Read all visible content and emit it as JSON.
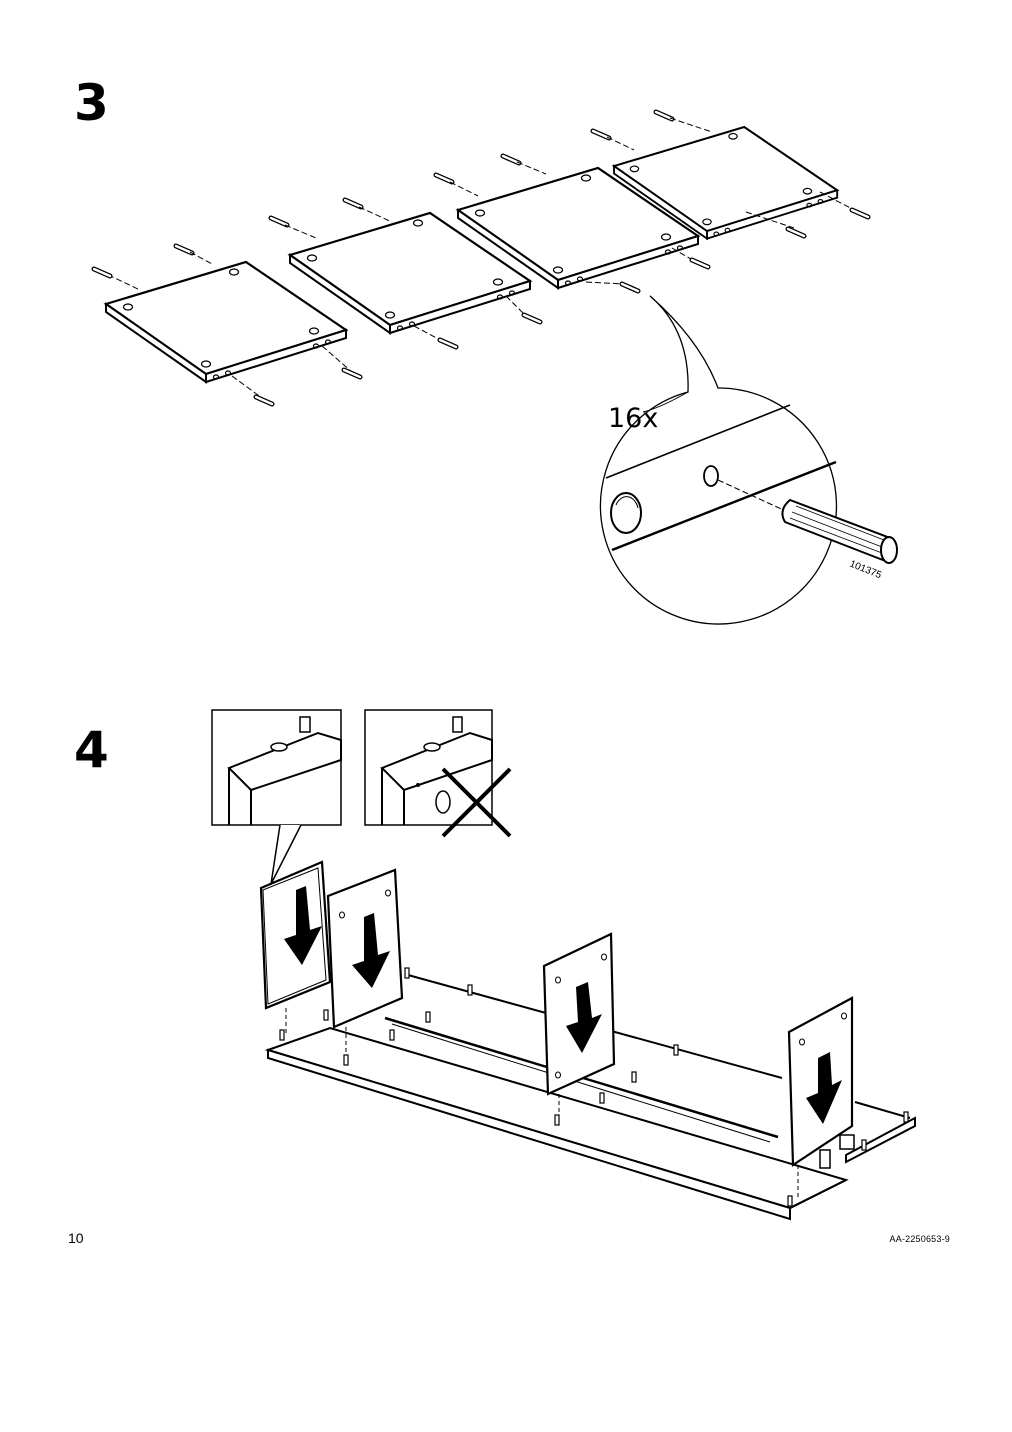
{
  "steps": [
    {
      "number": "3",
      "quantity": "16x",
      "part_number": "101375"
    },
    {
      "number": "4"
    }
  ],
  "footer": {
    "page_number": "10",
    "doc_code": "AA-2250653-9"
  }
}
